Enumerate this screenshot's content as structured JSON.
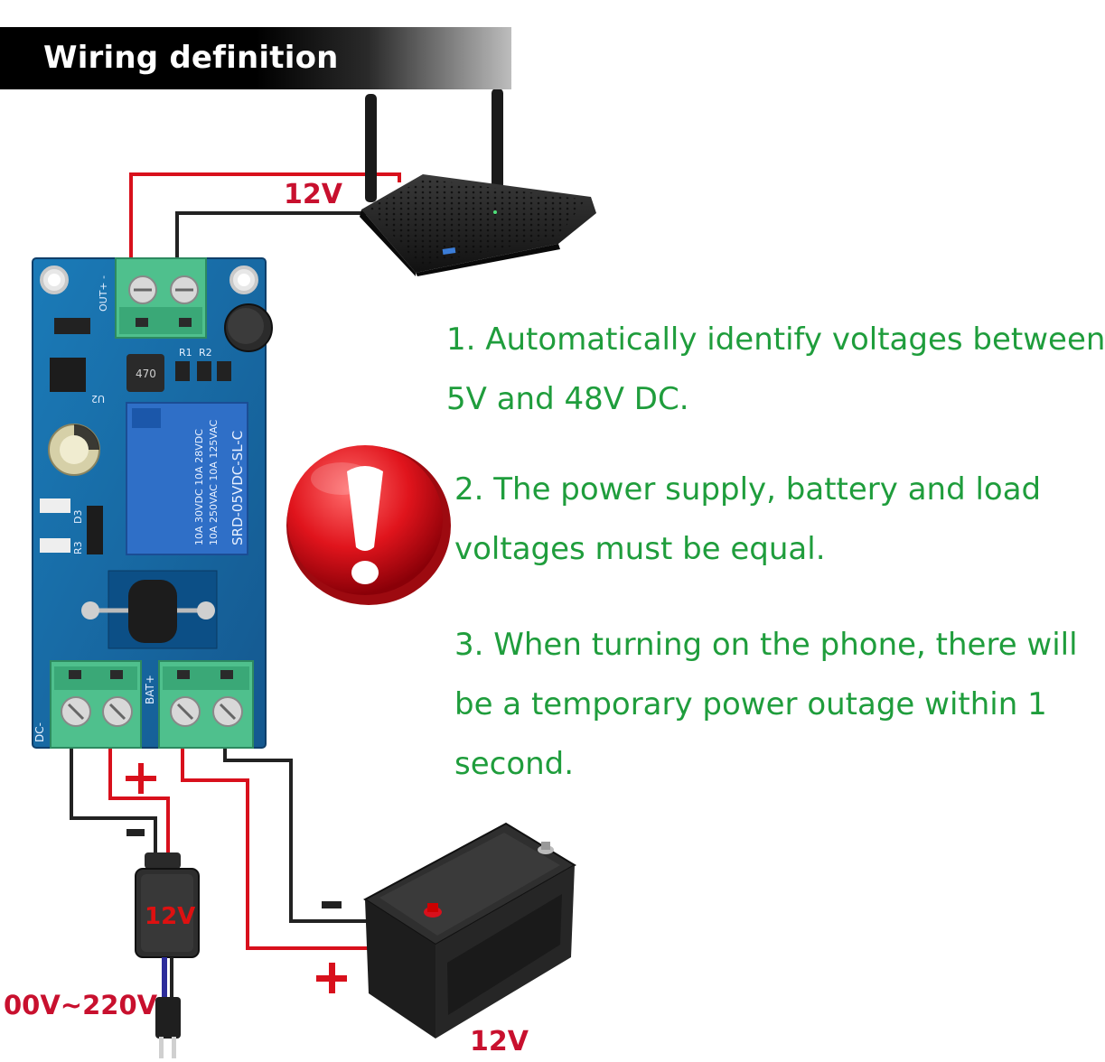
{
  "header": {
    "title": "Wiring definition"
  },
  "notes": [
    {
      "line1": "1. Automatically identify voltages between",
      "line2": "5V and 48V DC."
    },
    {
      "line1": "2. The power supply, battery and load",
      "line2": "voltages must be equal."
    },
    {
      "line1": "3. When turning on the phone, there will",
      "line2": "be a temporary power outage within 1",
      "line3": "second."
    }
  ],
  "labels": {
    "router_voltage": "12V",
    "battery_voltage": "12V",
    "adapter_voltage": "12V",
    "mains_voltage": "00V~220V",
    "plus": "+",
    "minus": "-"
  },
  "board": {
    "out_label": "OUT+ -",
    "relay_text_1": "SRD-05VDC-SL-C",
    "relay_text_2": "10A 250VAC 10A 125VAC",
    "relay_text_3": "10A 30VDC 10A 28VDC",
    "chip_label": "U2",
    "inductor_label": "470",
    "r1": "R1",
    "r2": "R2",
    "r3": "R3",
    "d3": "D3",
    "dc_label": "DC-",
    "bat_label": "BAT+"
  },
  "colors": {
    "wire_red": "#d8101c",
    "wire_black": "#222222",
    "text_green": "#1f9d3c",
    "board_blue": "#1e6aa8",
    "terminal_green": "#4fc08d",
    "relay_blue": "#2f6fc7",
    "warning_red": "#e0141c"
  },
  "icons": [
    "router-icon",
    "warning-icon",
    "battery-icon",
    "power-adapter-icon",
    "plug-icon"
  ]
}
